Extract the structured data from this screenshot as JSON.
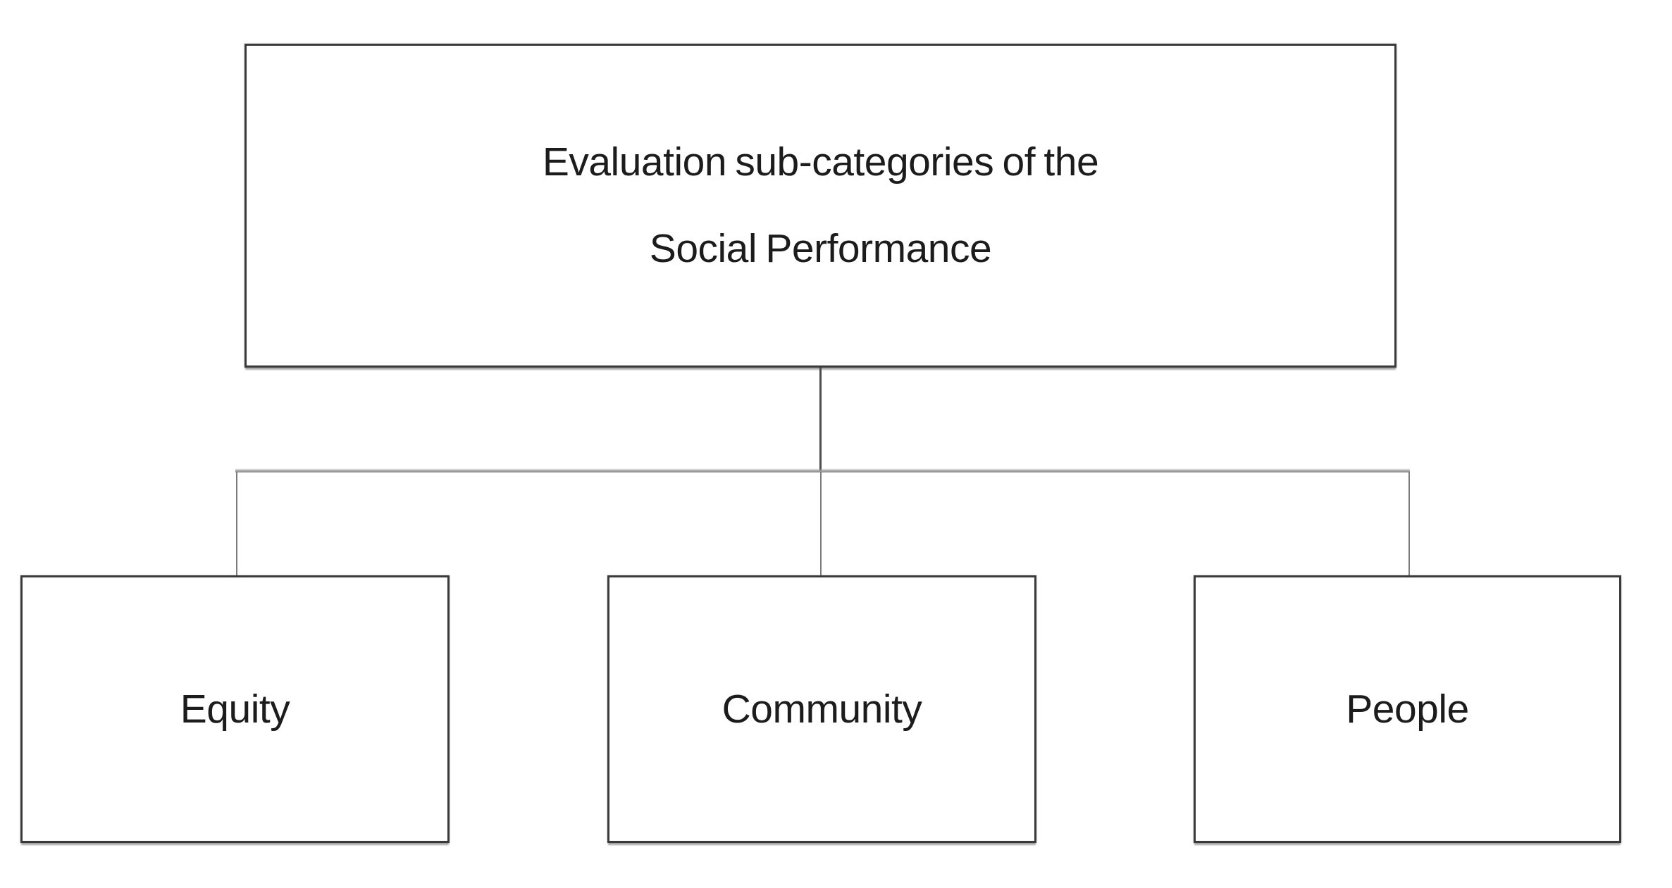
{
  "diagram": {
    "type": "hierarchy",
    "root": {
      "label_line1": "Evaluation sub-categories of the",
      "label_line2": "Social Performance"
    },
    "children": [
      {
        "id": "equity",
        "label": "Equity"
      },
      {
        "id": "community",
        "label": "Community"
      },
      {
        "id": "people",
        "label": "People"
      }
    ],
    "colors": {
      "background": "#ffffff",
      "box_border": "#3a3a3a",
      "text": "#1c1c1c",
      "connector_stem": "#4d4d4d",
      "connector_rail": "#9a9a9a",
      "connector_drop": "#7d7d7d"
    }
  }
}
